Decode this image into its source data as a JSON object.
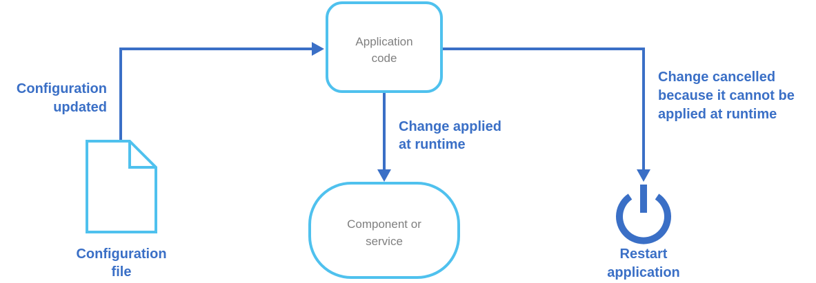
{
  "nodes": {
    "application_code": {
      "line1": "Application",
      "line2": "code"
    },
    "component_service": {
      "line1": "Component or",
      "line2": "service"
    },
    "configuration_file": {
      "line1": "Configuration",
      "line2": "file"
    },
    "restart_application": {
      "line1": "Restart",
      "line2": "application"
    }
  },
  "edges": {
    "configuration_updated": {
      "line1": "Configuration",
      "line2": "updated"
    },
    "change_applied": {
      "line1": "Change applied",
      "line2": "at runtime"
    },
    "change_cancelled": {
      "line1": "Change cancelled",
      "line2": "because it cannot be",
      "line3": "applied at runtime"
    }
  },
  "icons": {
    "file": "document-icon",
    "restart": "power-icon"
  },
  "colors": {
    "box_stroke": "#4fc1ee",
    "arrow": "#3a6fc6",
    "label": "#3a6fc6",
    "box_text": "#7f7f7f"
  }
}
